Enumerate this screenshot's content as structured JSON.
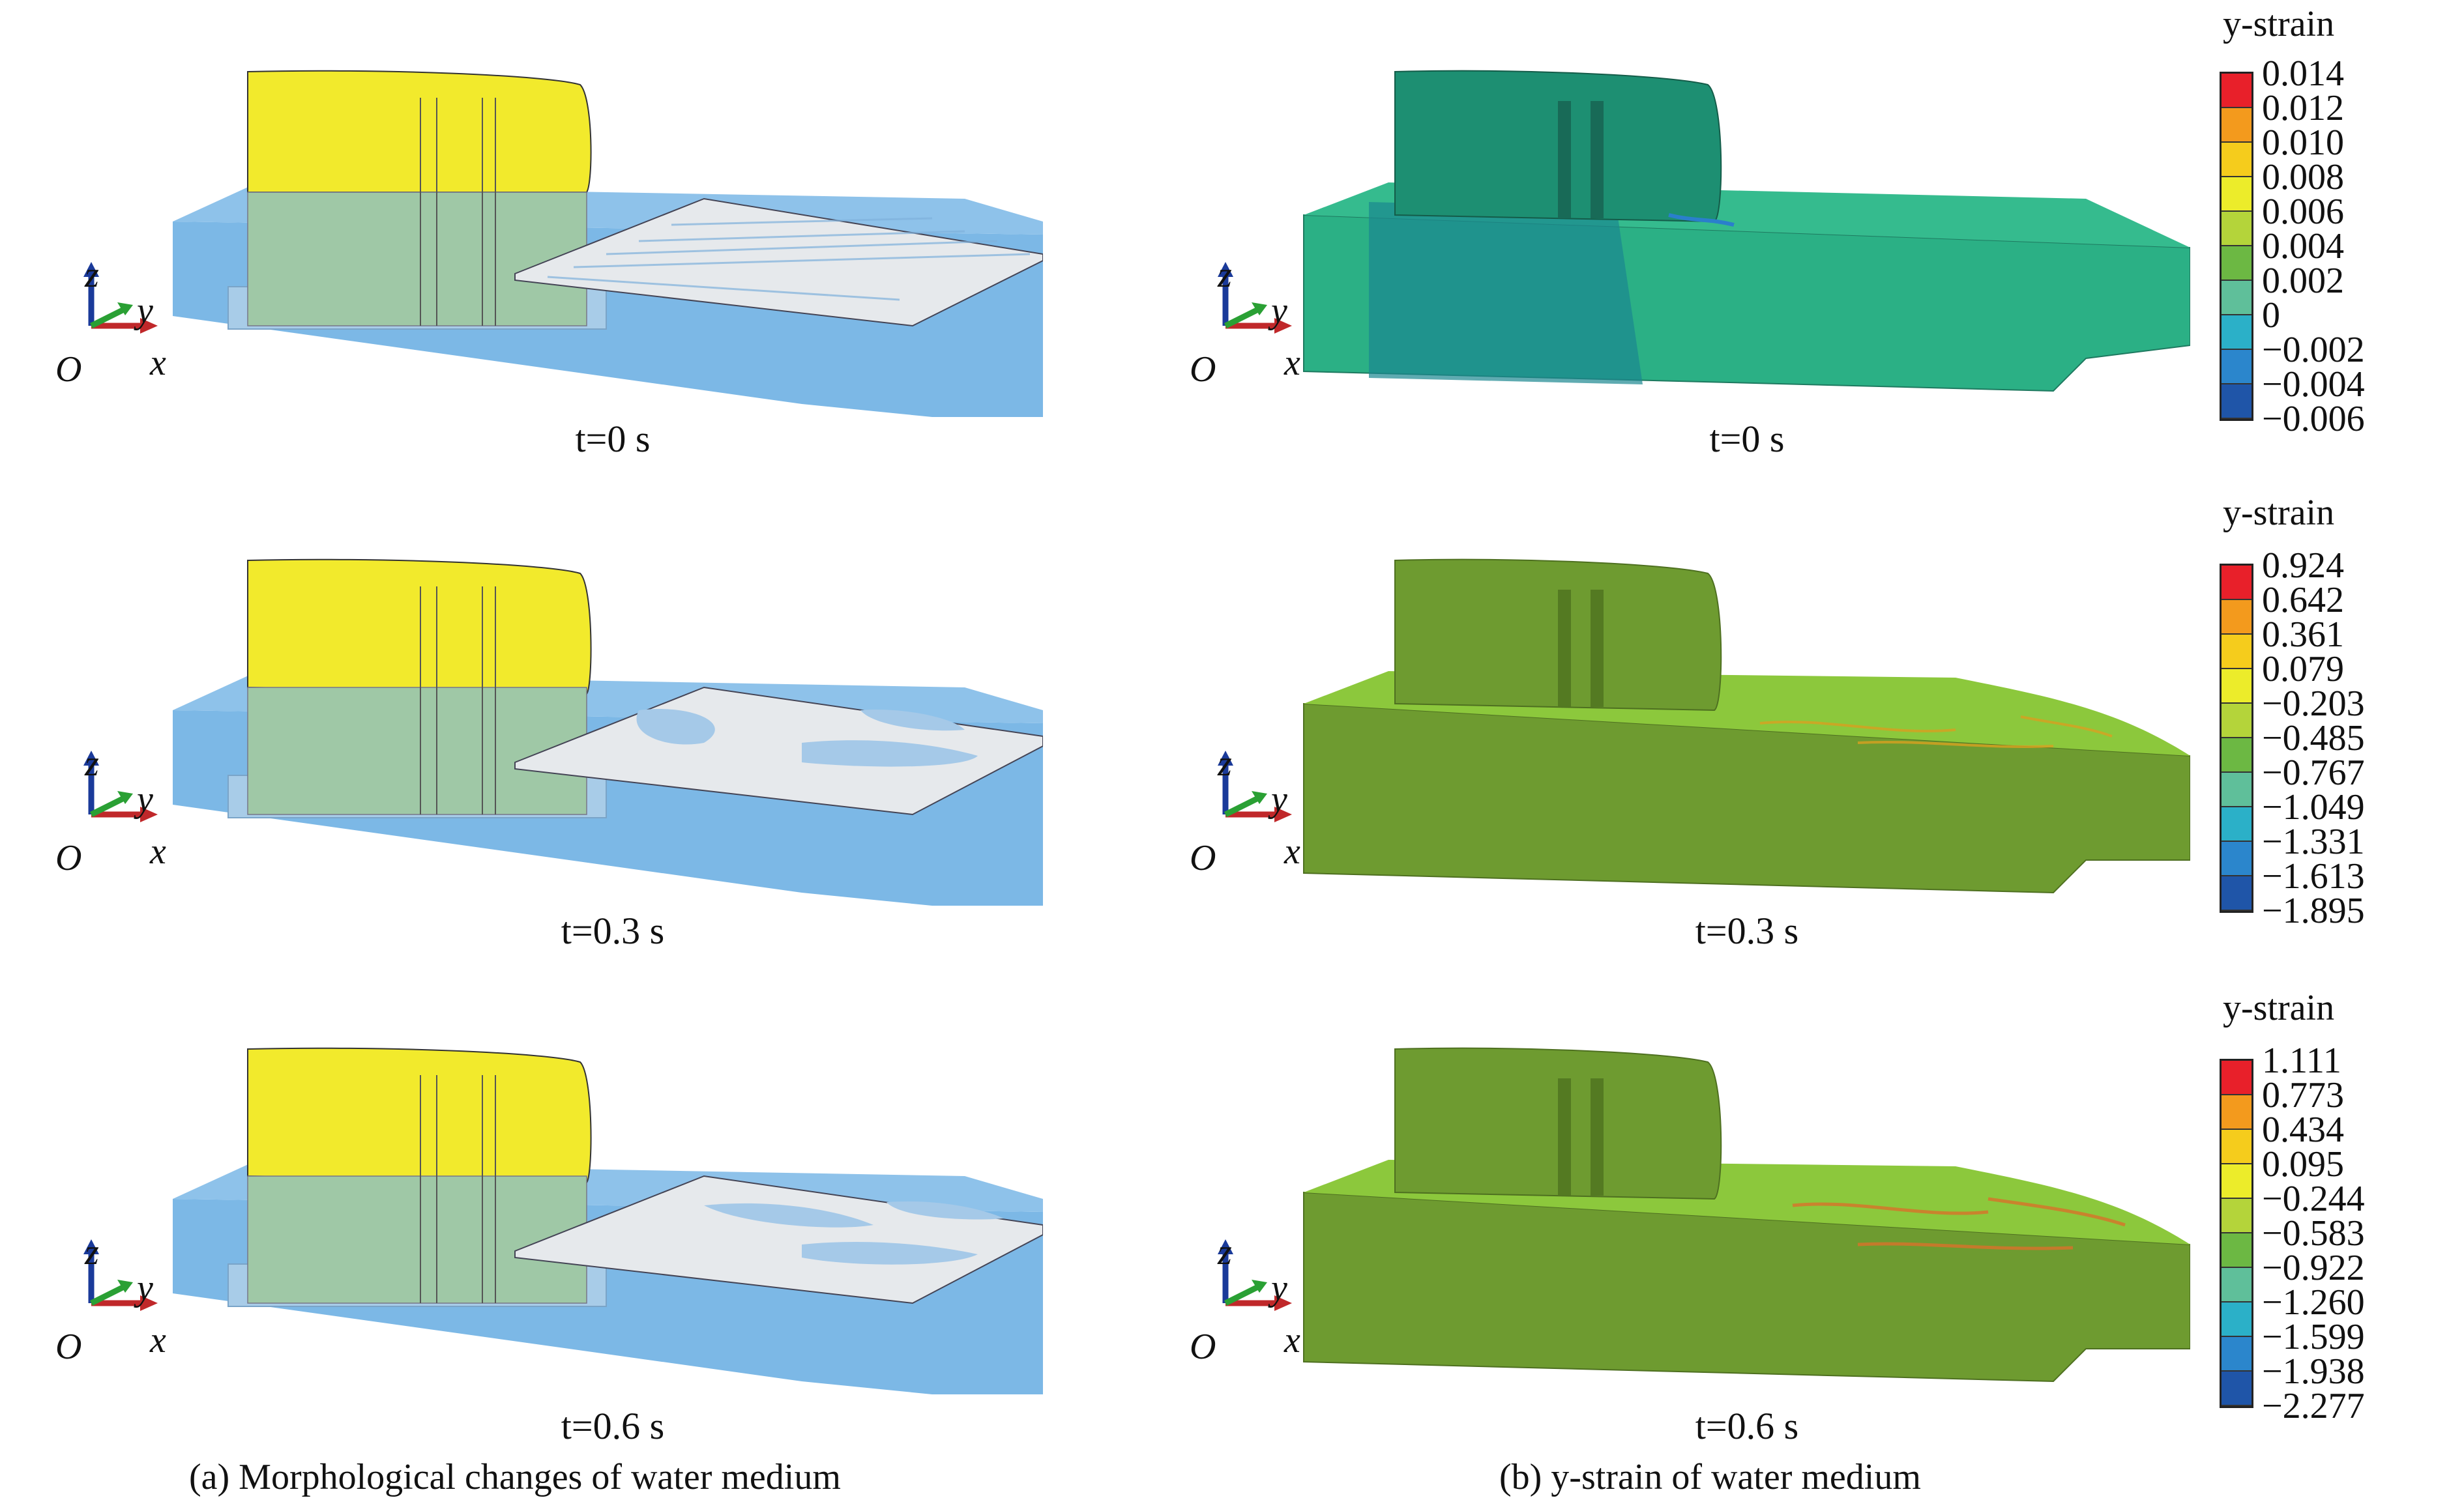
{
  "colors": {
    "water_blue": "#7cb8e6",
    "dam_yellow": "#f2ea2c",
    "dam_submerged": "#9fc8a6",
    "ice_white": "#e6e9ec",
    "strain_teal": "#2bb085",
    "strain_olive": "#6e9b30",
    "strain_lime": "#8cc83c"
  },
  "panel_a": {
    "caption": "(a) Morphological changes of water medium",
    "axis_labels": {
      "z": "z",
      "y": "y",
      "x": "x",
      "origin": "O"
    },
    "frames": [
      {
        "time": "t=0 s"
      },
      {
        "time": "t=0.3 s"
      },
      {
        "time": "t=0.6 s"
      }
    ]
  },
  "panel_b": {
    "caption": "(b) y-strain of water medium",
    "axis_labels": {
      "z": "z",
      "y": "y",
      "x": "x",
      "origin": "O"
    },
    "frames": [
      {
        "time": "t=0 s",
        "colorbar": {
          "title": "y-strain",
          "ticks": [
            "0.014",
            "0.012",
            "0.010",
            "0.008",
            "0.006",
            "0.004",
            "0.002",
            "0",
            "−0.002",
            "−0.004",
            "−0.006"
          ]
        }
      },
      {
        "time": "t=0.3 s",
        "colorbar": {
          "title": "y-strain",
          "ticks": [
            "0.924",
            "0.642",
            "0.361",
            "0.079",
            "−0.203",
            "−0.485",
            "−0.767",
            "−1.049",
            "−1.331",
            "−1.613",
            "−1.895"
          ]
        }
      },
      {
        "time": "t=0.6 s",
        "colorbar": {
          "title": "y-strain",
          "ticks": [
            "1.111",
            "0.773",
            "0.434",
            "0.095",
            "−0.244",
            "−0.583",
            "−0.922",
            "−1.260",
            "−1.599",
            "−1.938",
            "−2.277"
          ]
        }
      }
    ],
    "colorbar_colors": [
      "#e8202a",
      "#f39a1d",
      "#f5cc1c",
      "#ecec2a",
      "#b4d43a",
      "#6cb843",
      "#5fbf9a",
      "#2bb0c8",
      "#2b86cc",
      "#1f55a8"
    ]
  }
}
